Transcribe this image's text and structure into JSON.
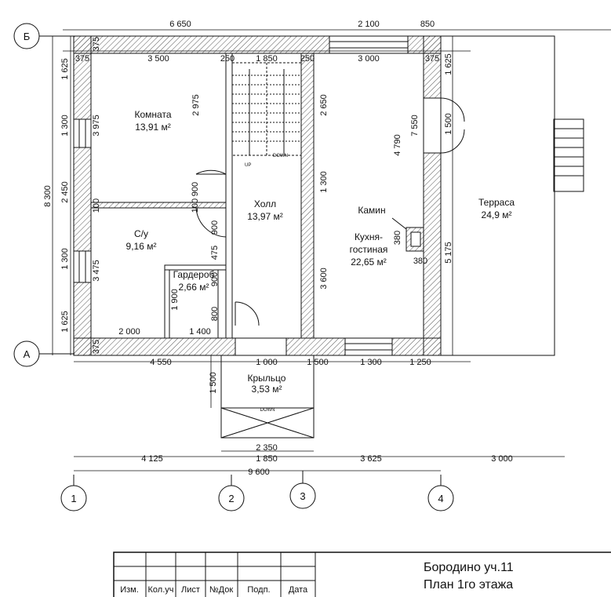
{
  "title_block": {
    "columns": [
      "Изм.",
      "Кол.уч",
      "Лист",
      "№Док",
      "Подп.",
      "Дата"
    ],
    "project": "Бородино уч.11",
    "sheet": "План 1го этажа"
  },
  "axes": {
    "rows": [
      "Б",
      "А"
    ],
    "columns": [
      "1",
      "2",
      "3",
      "4"
    ]
  },
  "rooms": [
    {
      "name": "Комната",
      "area": "13,91 м²"
    },
    {
      "name": "С/у",
      "area": "9,16 м²"
    },
    {
      "name": "Гардероб",
      "area": "2,66 м²"
    },
    {
      "name": "Холл",
      "area": "13,97 м²"
    },
    {
      "name": "Кухня-",
      "name2": "гостиная",
      "area": "22,65 м²"
    },
    {
      "name": "Терраса",
      "area": "24,9 м²"
    },
    {
      "name": "Крыльцо",
      "area": "3,53 м²"
    }
  ],
  "labels": {
    "fireplace": "Камин",
    "down": "DOWN",
    "up": "UP"
  },
  "dims": {
    "top_a": "6 650",
    "top_b": "2 100",
    "top_c": "850",
    "in_a": "375",
    "in_b": "3 500",
    "in_c": "250",
    "in_d": "1 850",
    "in_e": "250",
    "in_f": "3 000",
    "in_g": "375",
    "bottom_a": "4 550",
    "bottom_b": "1 000",
    "bottom_c": "1 500",
    "bottom_d": "1 300",
    "bottom_e": "1 250",
    "total_a": "4 125",
    "total_b": "1 850",
    "total_c": "3 625",
    "total_d": "3 000",
    "overall": "9 600",
    "stair_w": "2 350",
    "left_overall": "8 300",
    "left_a": "1 625",
    "left_b": "1 300",
    "left_c": "2 450",
    "left_d": "1 300",
    "left_e": "1 625",
    "lin_a": "375",
    "lin_b": "3 975",
    "lin_c": "100",
    "lin_d": "3 475",
    "lin_e": "375",
    "r_a": "1 625",
    "r_b": "1 500",
    "r_c": "7 550",
    "r_d": "5 175",
    "mid_a": "2 975",
    "mid_b": "900",
    "mid_c": "100",
    "mid_d": "900",
    "mid_e": "475",
    "mid_f": "900",
    "mid_g": "800",
    "hall_a": "2 650",
    "hall_b": "1 300",
    "hall_c": "3 600",
    "kit_a": "4 790",
    "fire_a": "380",
    "fire_b": "380",
    "s_a": "2 000",
    "s_b": "1 400",
    "s_c": "1 900",
    "porch": "1 500"
  }
}
